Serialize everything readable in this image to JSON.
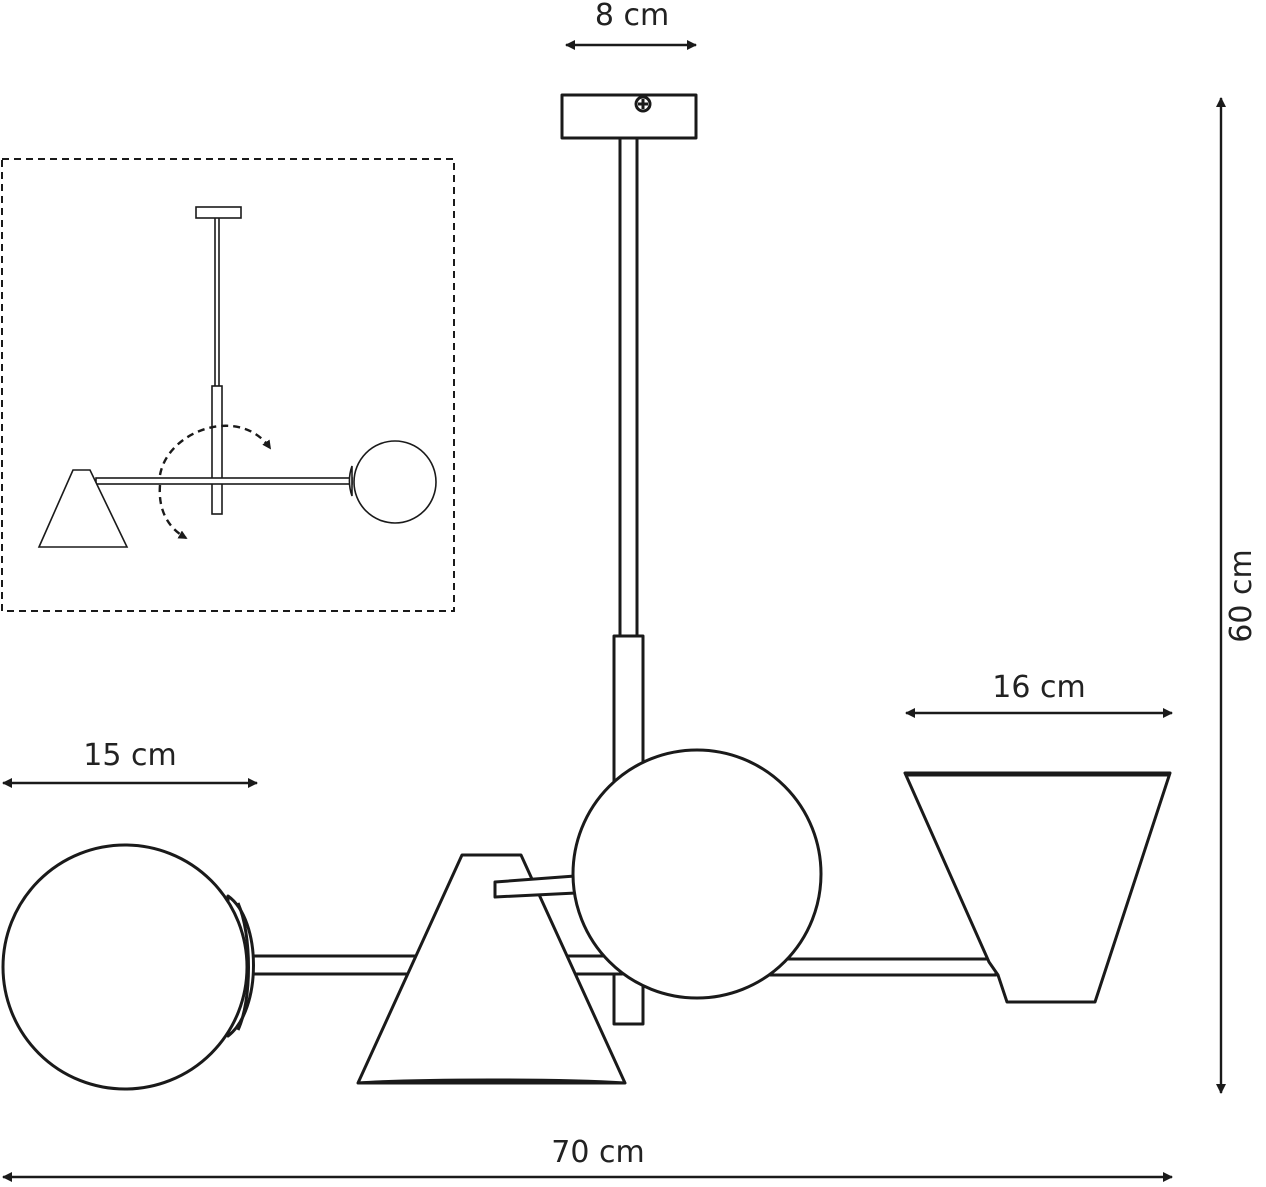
{
  "diagram": {
    "dimensions": {
      "canopy_width": "8 cm",
      "total_height": "60 cm",
      "shade_width": "16 cm",
      "globe_width": "15 cm",
      "total_width": "70 cm"
    },
    "colors": {
      "line": "#1a1a1a",
      "background": "#ffffff"
    }
  }
}
